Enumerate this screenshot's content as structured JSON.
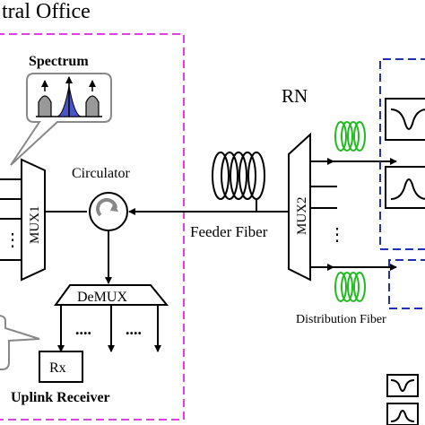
{
  "central_office": {
    "title": "tral Office"
  },
  "spectrum": {
    "label": "Spectrum"
  },
  "circulator": {
    "label": "Circulator"
  },
  "mux1": {
    "label": "MUX1"
  },
  "mux2": {
    "label": "MUX2"
  },
  "demux": {
    "label": "DeMUX"
  },
  "rn": {
    "label": "RN"
  },
  "feeder_fiber": {
    "label": "Feeder Fiber"
  },
  "distribution_fiber": {
    "label": "Distribution Fiber"
  },
  "receiver": {
    "box_label": "Rx",
    "caption": "Uplink Receiver"
  },
  "ellipsis": {
    "vertical": "⋮",
    "dots": "...."
  },
  "colors": {
    "central_office_border": "#e040e0",
    "onu_border": "#1f2fb8",
    "fiber_coil": "#22bb22",
    "spectrum_peak": "#4a55c8"
  }
}
